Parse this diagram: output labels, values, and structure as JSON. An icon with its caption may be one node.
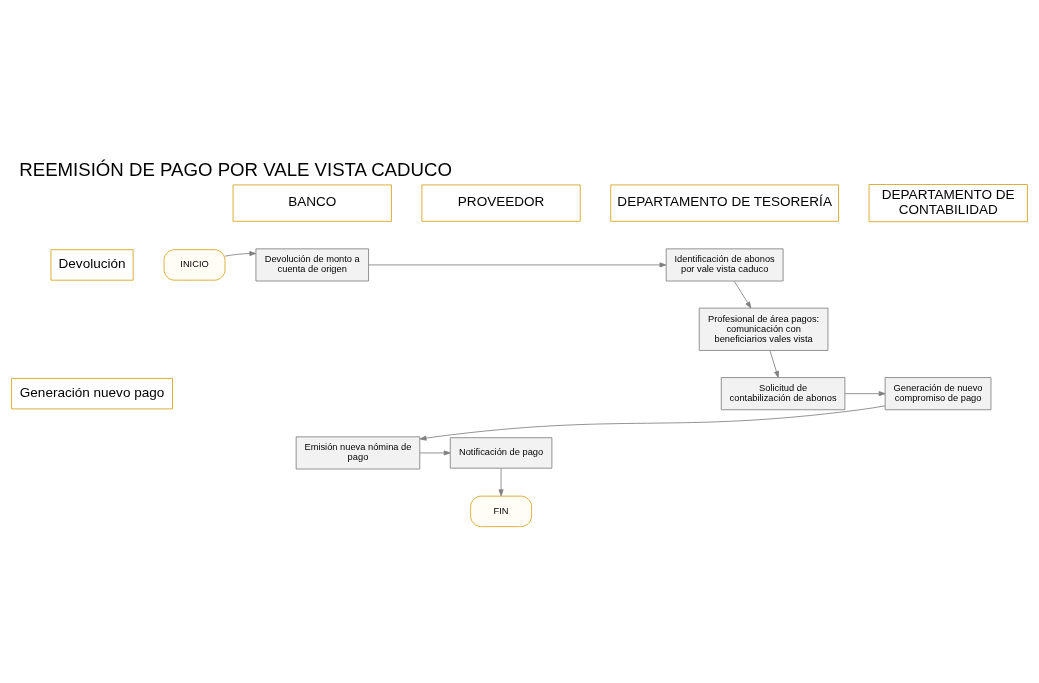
{
  "diagram": {
    "title": "REEMISIÓN DE PAGO POR VALE VISTA CADUCO",
    "nodes": [
      {
        "text": [
          "BANCO"
        ]
      },
      {
        "text": [
          "PROVEEDOR"
        ]
      },
      {
        "text": [
          "DEPARTAMENTO DE TESORERÍA"
        ]
      },
      {
        "text": [
          "DEPARTAMENTO DE CONTABILIDAD"
        ]
      },
      {
        "text": [
          "Devolución"
        ]
      },
      {
        "text": [
          "Generación nuevo pago"
        ]
      },
      {
        "text": [
          "INICIO"
        ]
      },
      {
        "text": [
          "Devolución de monto a cuenta de origen"
        ]
      },
      {
        "text": [
          "Identificación de abonos por vale vista caduco"
        ]
      },
      {
        "text": [
          "Profesional de área pagos: comunicación con beneficiarios vales vista"
        ]
      },
      {
        "text": [
          "Solicitud de contabilización de abonos"
        ]
      },
      {
        "text": [
          "Generación de nuevo compromiso de pago"
        ]
      },
      {
        "text": [
          "Emisión nueva nómina de pago"
        ]
      },
      {
        "text": [
          "Notificación de pago"
        ]
      },
      {
        "text": [
          "FIN"
        ]
      }
    ],
    "edges": [
      {
        "from": 6,
        "to": 7,
        "arrow": "to"
      },
      {
        "from": 7,
        "to": 8,
        "arrow": "to"
      },
      {
        "from": 8,
        "to": 9,
        "arrow": "to"
      },
      {
        "from": 9,
        "to": 10,
        "arrow": "to"
      },
      {
        "from": 10,
        "to": 11,
        "arrow": "to"
      },
      {
        "from": 11,
        "to": 12,
        "arrow": "to"
      },
      {
        "from": 12,
        "to": 13,
        "arrow": "to"
      },
      {
        "from": 13,
        "to": 14,
        "arrow": "to"
      }
    ]
  }
}
